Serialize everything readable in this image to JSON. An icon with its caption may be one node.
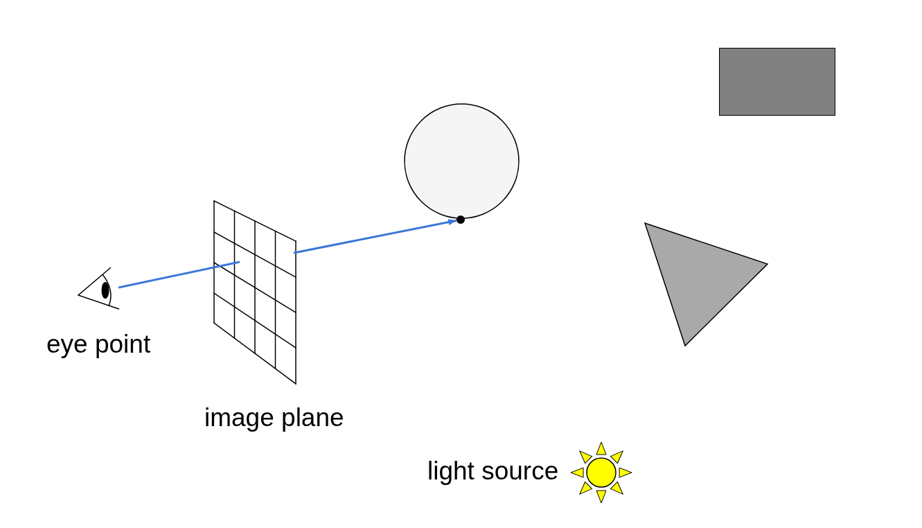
{
  "diagram": {
    "nodes": [
      {
        "text": [],
        "shape": "eye",
        "beside": [
          "eye point"
        ]
      },
      {
        "text": [],
        "shape": "grid",
        "beside": [
          "image plane"
        ]
      },
      {
        "text": [],
        "shape": "circle"
      },
      {
        "text": [],
        "shape": "dot"
      },
      {
        "text": [],
        "shape": "box"
      },
      {
        "text": [],
        "shape": "triangle"
      },
      {
        "text": [],
        "shape": "sun",
        "beside": [
          "light source"
        ]
      }
    ],
    "edges": [
      {
        "from": 0,
        "to": 1,
        "arrow": "none",
        "color": "#3b78d8"
      },
      {
        "from": 1,
        "to": 3,
        "arrow": "to",
        "color": "#3b78d8"
      }
    ]
  }
}
